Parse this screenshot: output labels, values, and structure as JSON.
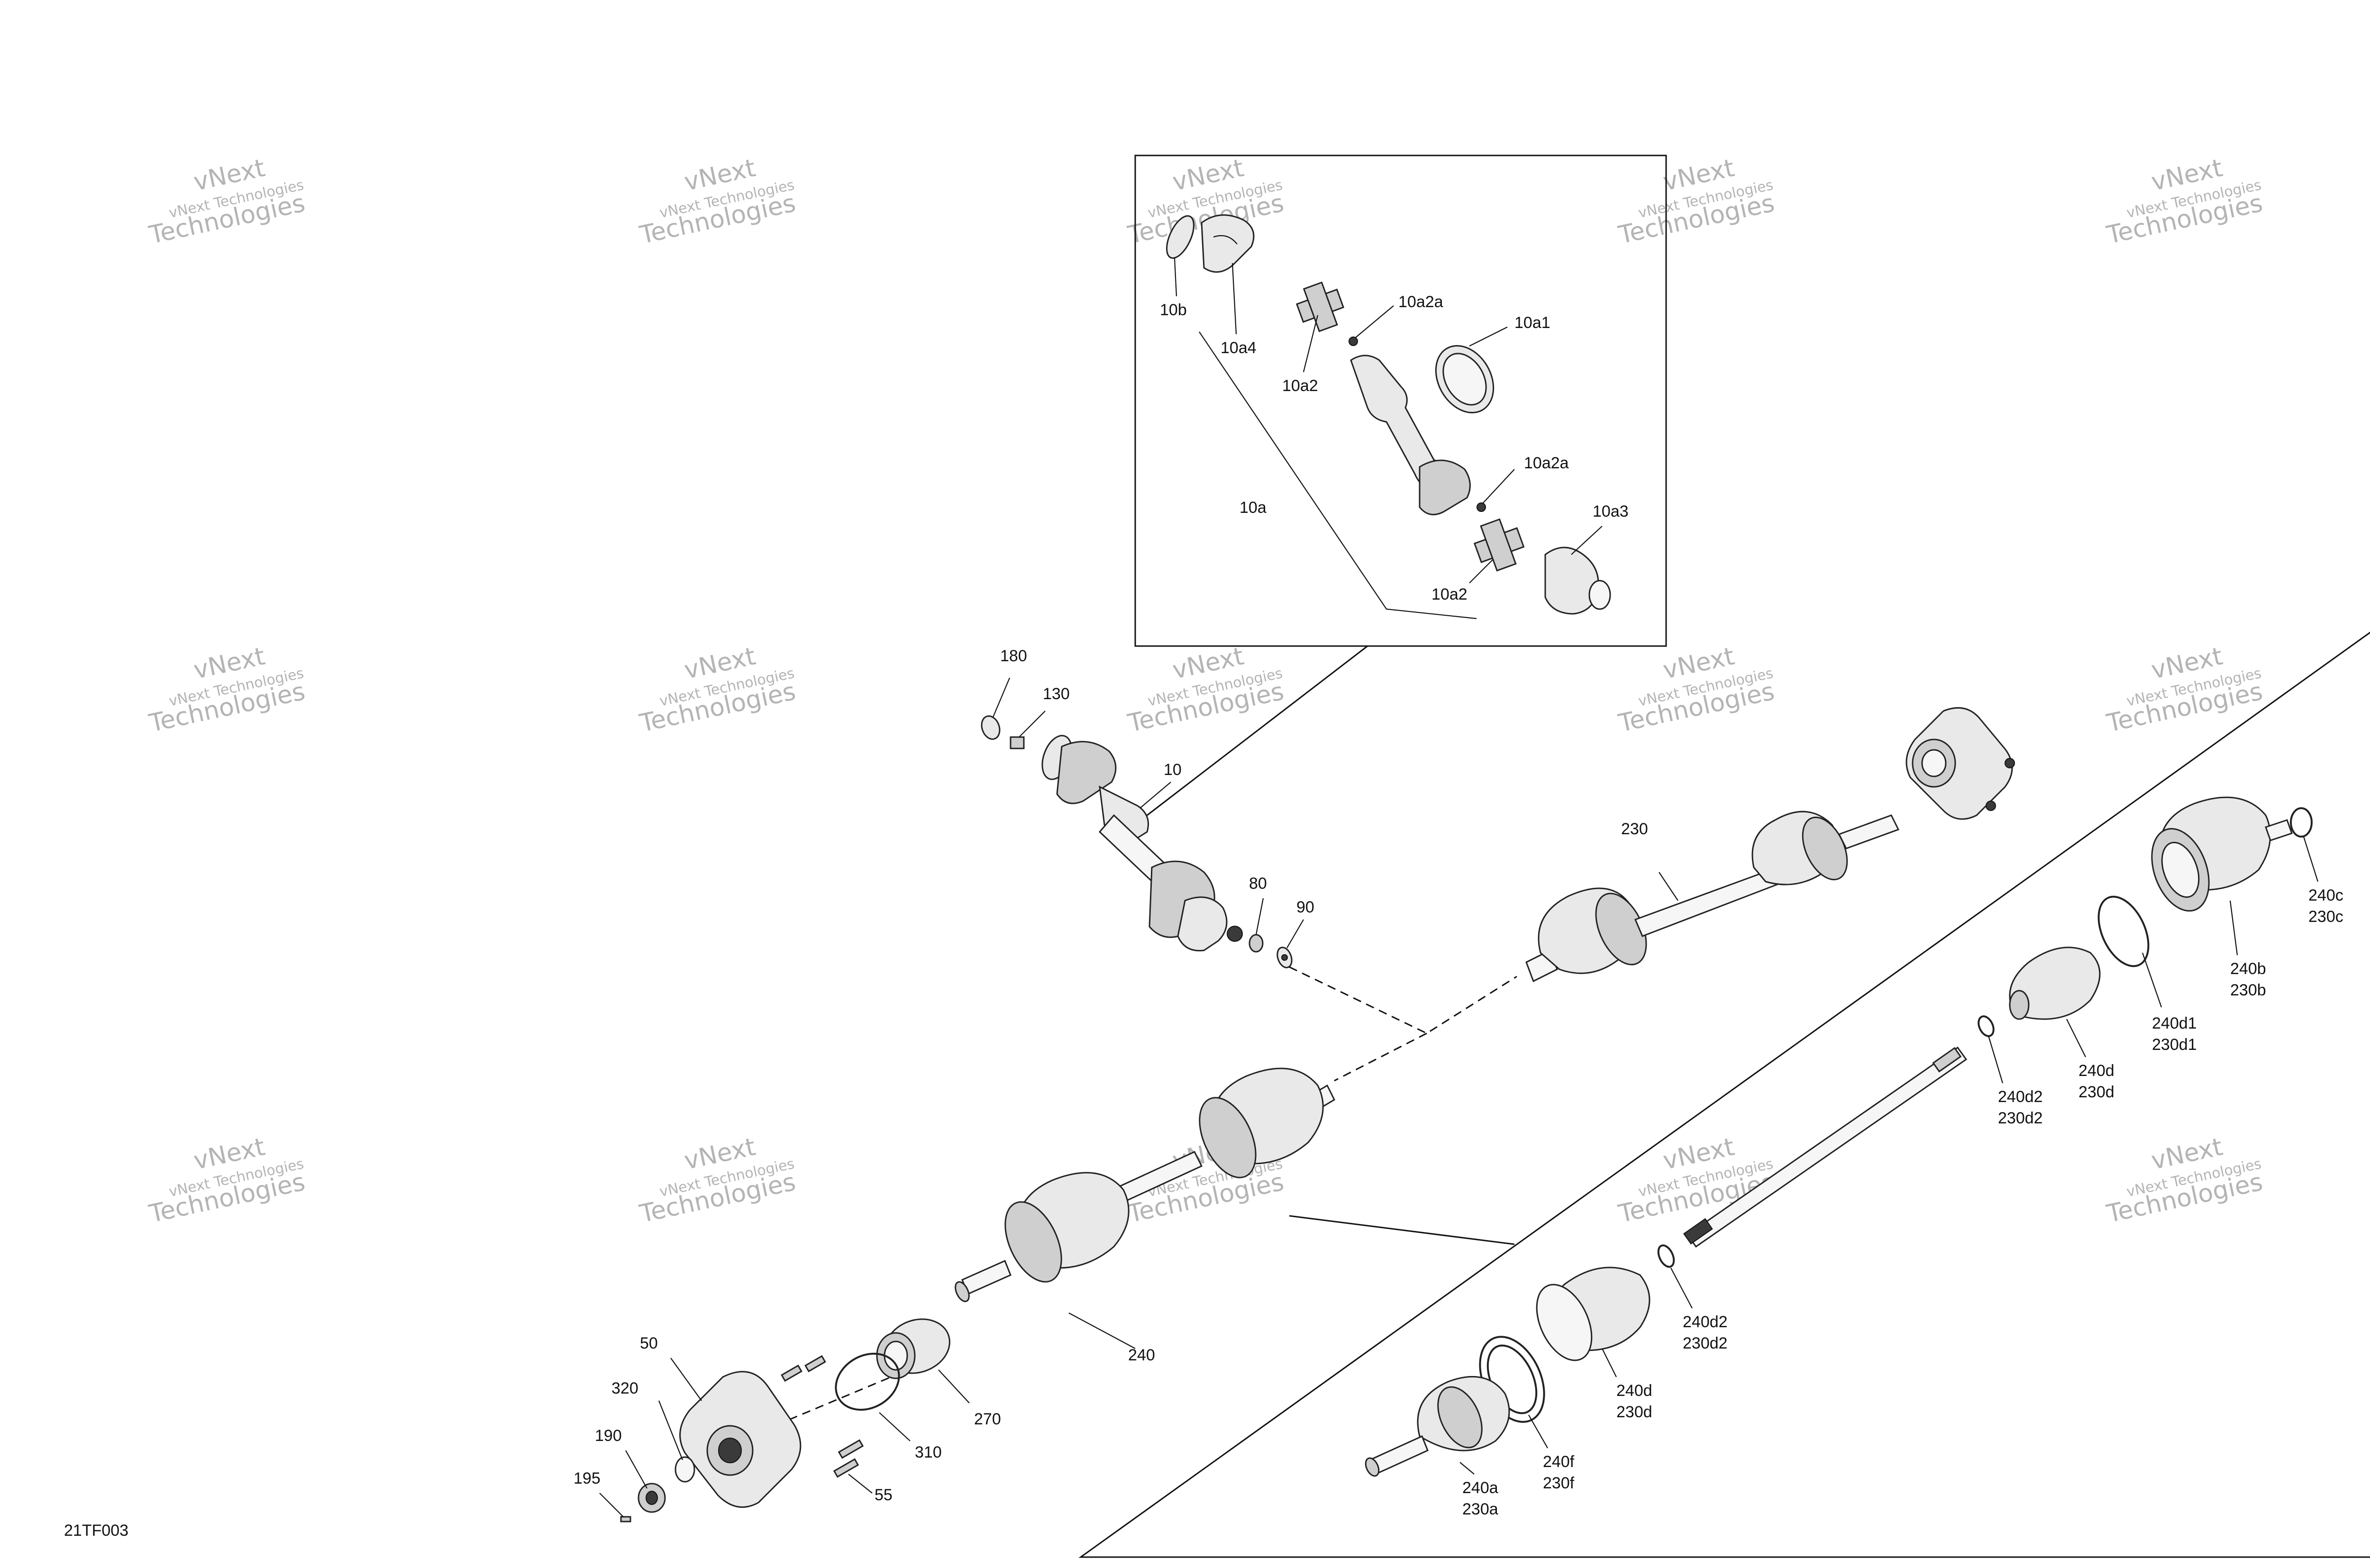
{
  "figure_code": "21TF003",
  "watermark": {
    "line1": "vNext",
    "line2": "vNext Technologies",
    "line3": "Technologies"
  },
  "callouts": {
    "c10b": "10b",
    "c10a4": "10a4",
    "c10a2_top": "10a2",
    "c10a2a_top": "10a2a",
    "c10a1": "10a1",
    "c10a": "10a",
    "c10a2a_bot": "10a2a",
    "c10a3": "10a3",
    "c10a2_bot": "10a2",
    "c180": "180",
    "c130": "130",
    "c10": "10",
    "c80": "80",
    "c90": "90",
    "c230": "230",
    "c240c": "240c",
    "c230c": "230c",
    "c240b": "240b",
    "c230b": "230b",
    "c240d1": "240d1",
    "c230d1": "230d1",
    "c240d_r": "240d",
    "c230d_r": "230d",
    "c240d2_r": "240d2",
    "c230d2_r": "230d2",
    "c240d2_l": "240d2",
    "c230d2_l": "230d2",
    "c240d_l": "240d",
    "c230d_l": "230d",
    "c240f": "240f",
    "c230f": "230f",
    "c240a": "240a",
    "c230a": "230a",
    "c240": "240",
    "c270": "270",
    "c310": "310",
    "c50": "50",
    "c320": "320",
    "c190": "190",
    "c195": "195",
    "c55": "55"
  }
}
